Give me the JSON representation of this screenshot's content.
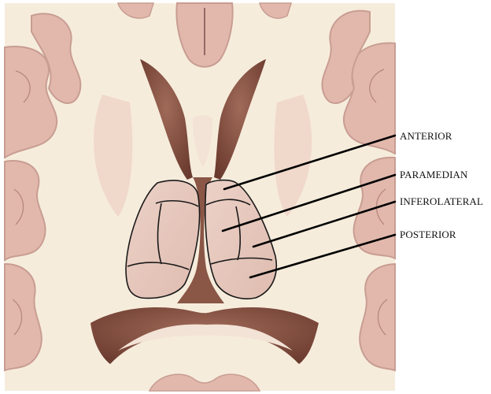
{
  "diagram": {
    "labels": [
      {
        "id": "anterior",
        "text": "ANTERIOR"
      },
      {
        "id": "paramedian",
        "text": "PARAMEDIAN"
      },
      {
        "id": "inferolateral",
        "text": "INFEROLATERAL"
      },
      {
        "id": "posterior",
        "text": "POSTERIOR"
      }
    ]
  },
  "colors": {
    "background": "#f6ecdc",
    "cortex": "#e2b8ad",
    "cortex_dark": "#c89d92",
    "ventricle": "#7a4a3c",
    "thalamus": "#e8c9bf",
    "outline": "#1a1a1a",
    "label_text": "#111111"
  }
}
